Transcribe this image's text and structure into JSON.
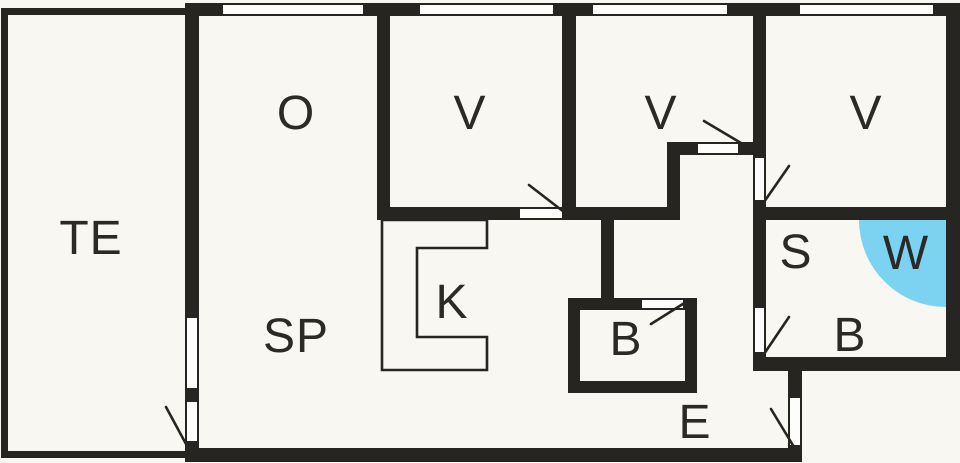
{
  "colors": {
    "wall": "#272521",
    "floor": "#f8f7f2",
    "opening": "#fdfdfb",
    "shower": "#7cd3f1",
    "label": "#2b2a26"
  },
  "rooms": {
    "te": "TE",
    "o": "O",
    "v1": "V",
    "v2": "V",
    "v3": "V",
    "sp": "SP",
    "k": "K",
    "b1": "B",
    "s": "S",
    "w": "W",
    "b2": "B",
    "e": "E"
  }
}
